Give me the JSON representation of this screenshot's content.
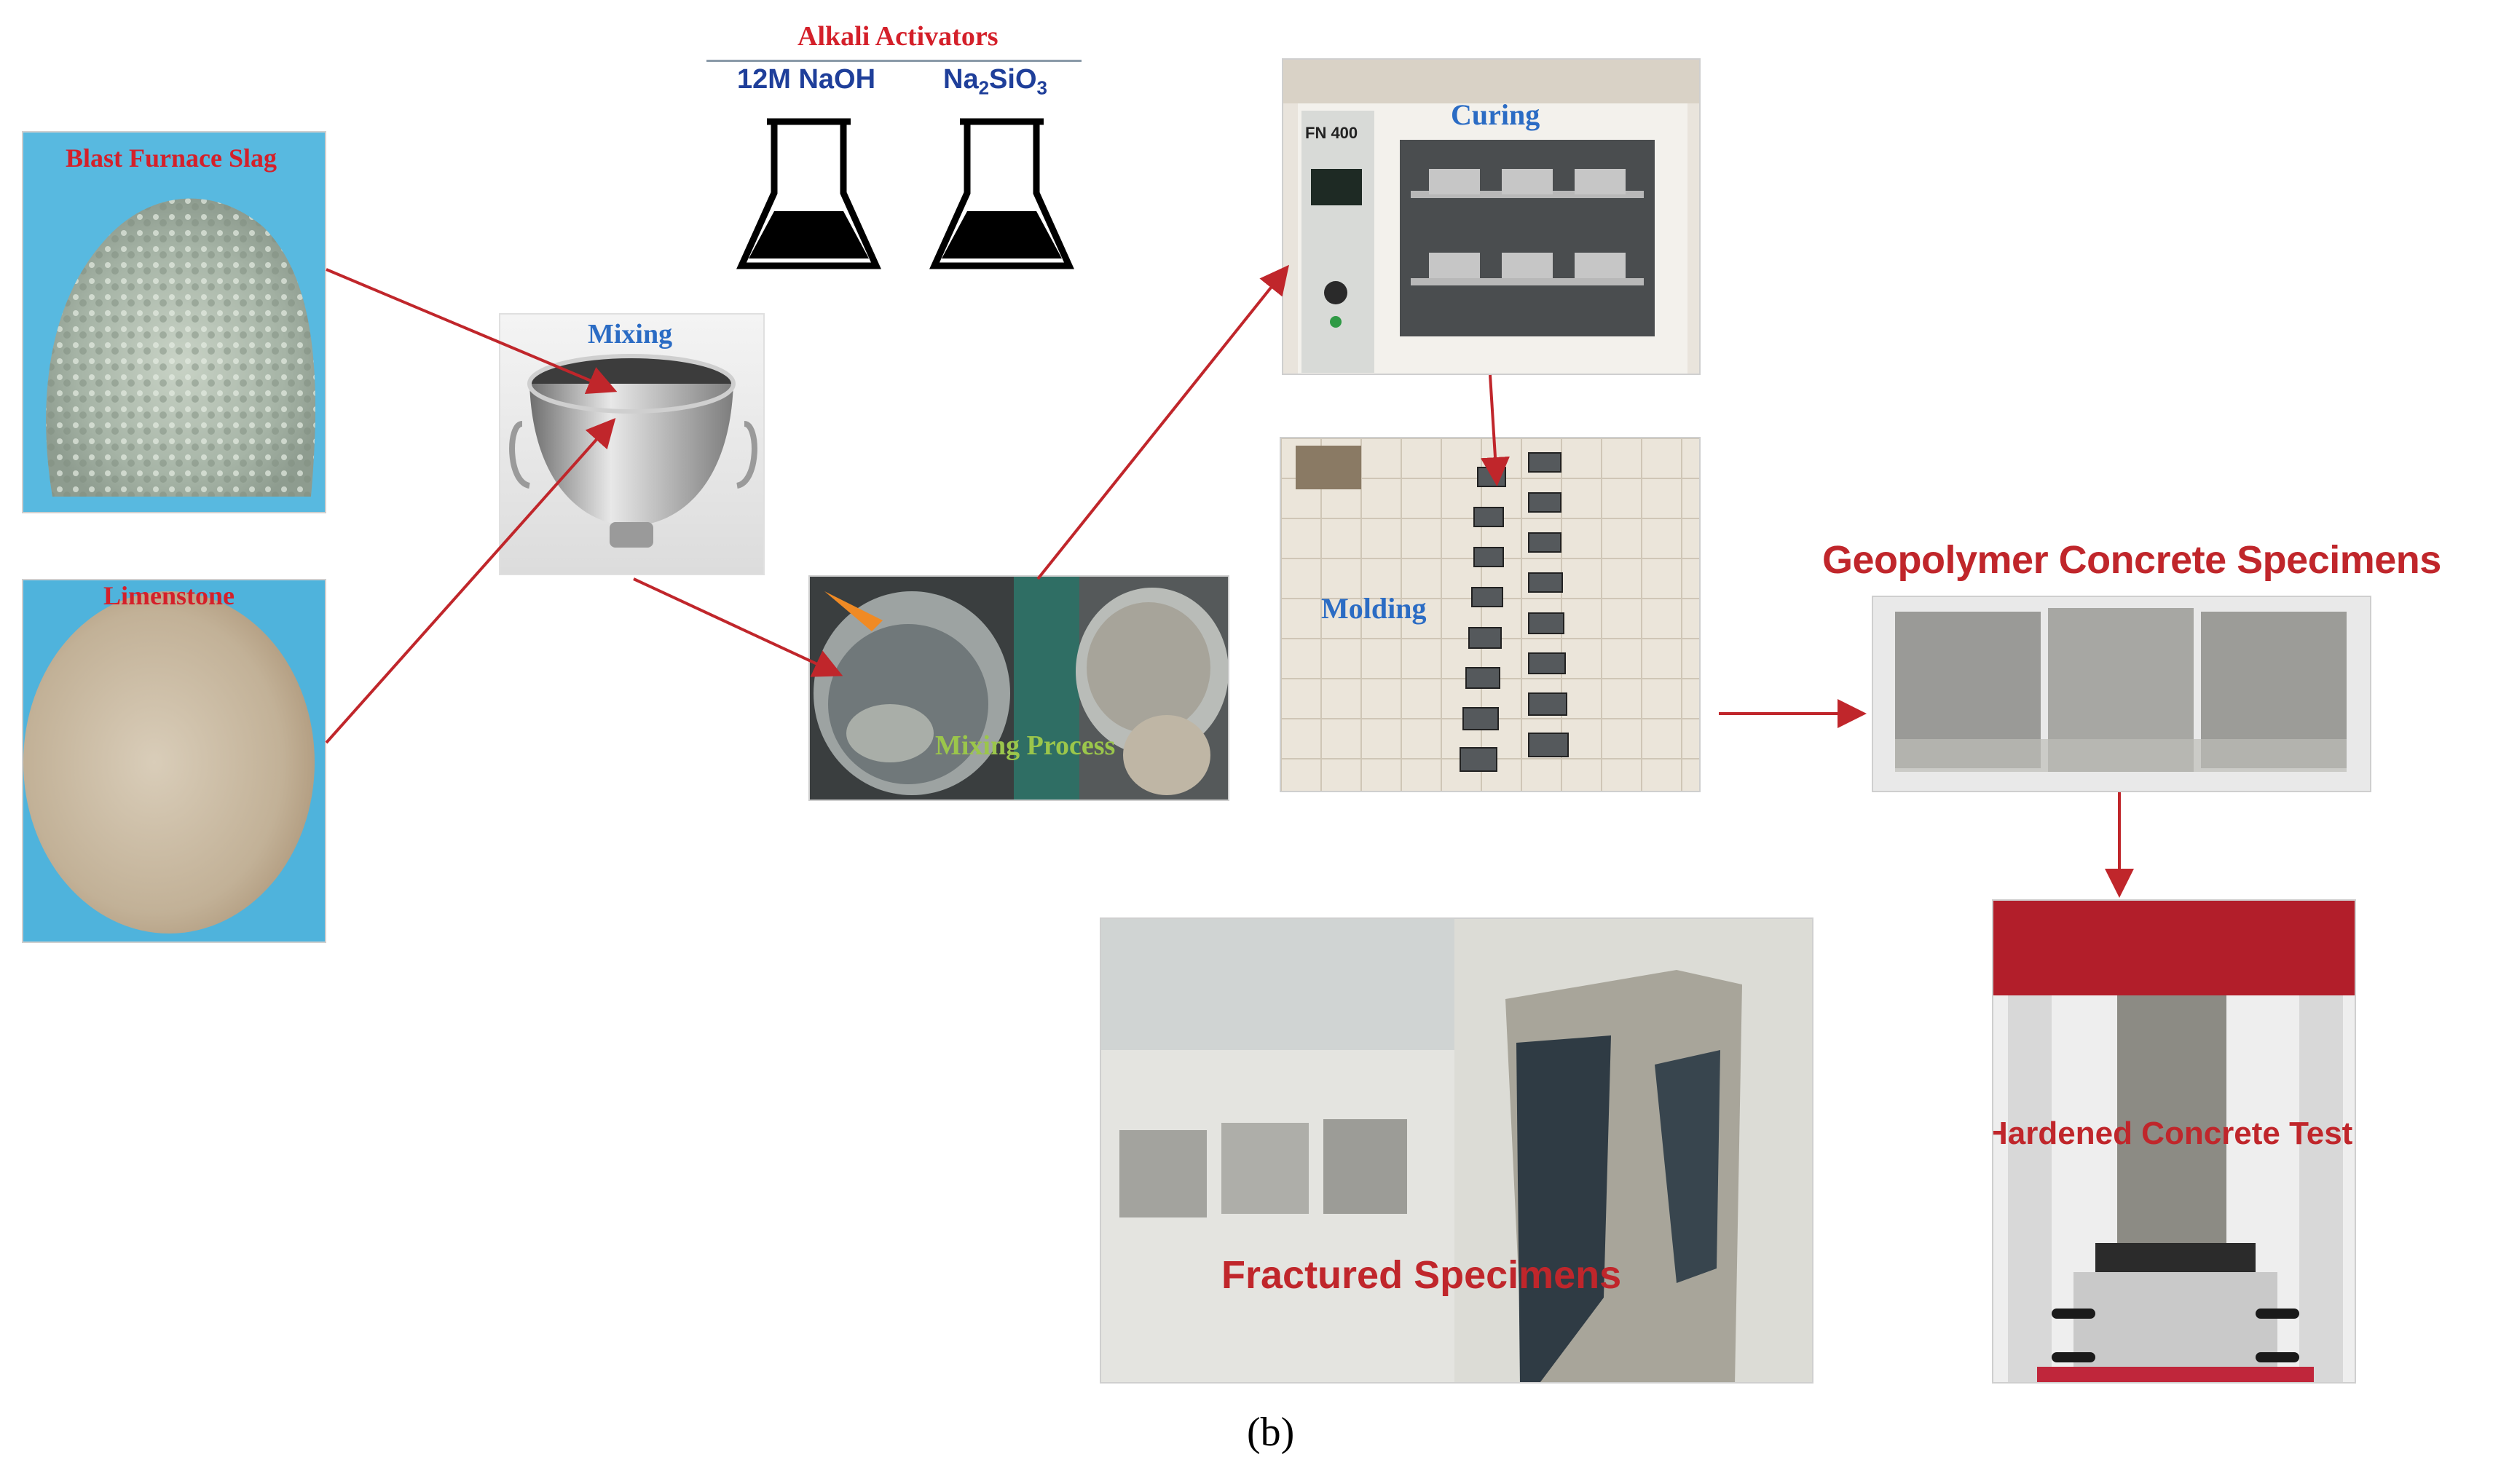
{
  "labels": {
    "blast_furnace_slag": "Blast Furnace Slag",
    "limestone": "Limenstone",
    "alkali_activators": "Alkali Activators",
    "naoh": "12M NaOH",
    "na2sio3_base": "Na",
    "na2sio3_sub1": "2",
    "na2sio3_mid": "SiO",
    "na2sio3_sub2": "3",
    "mixing": "Mixing",
    "mixing_process": "Mixing Process",
    "curing": "Curing",
    "oven_model": "FN 400",
    "molding": "Molding",
    "geopolymer_specimens": "Geopolymer Concrete Specimens",
    "hardened_test": "Hardened Concrete Test",
    "fractured_specimens": "Fractured Specimens",
    "caption": "(b)"
  },
  "colors": {
    "arrow": "#c0262b",
    "title_red": "#d4202a",
    "title_blue": "#2b6cc4",
    "activator_blue": "#1f3f9a"
  },
  "icons": [
    "flask-icon",
    "mixing-bowl-icon",
    "oven-icon"
  ]
}
